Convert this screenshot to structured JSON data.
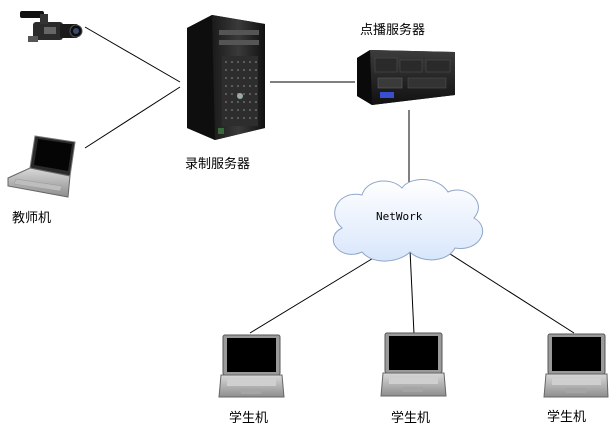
{
  "nodes": {
    "camera": {
      "label": ""
    },
    "teacher": {
      "label": "教师机"
    },
    "recording_server": {
      "label": "录制服务器"
    },
    "vod_server": {
      "label": "点播服务器"
    },
    "network": {
      "label": "NetWork"
    },
    "student1": {
      "label": "学生机"
    },
    "student2": {
      "label": "学生机"
    },
    "student3": {
      "label": "学生机"
    }
  }
}
